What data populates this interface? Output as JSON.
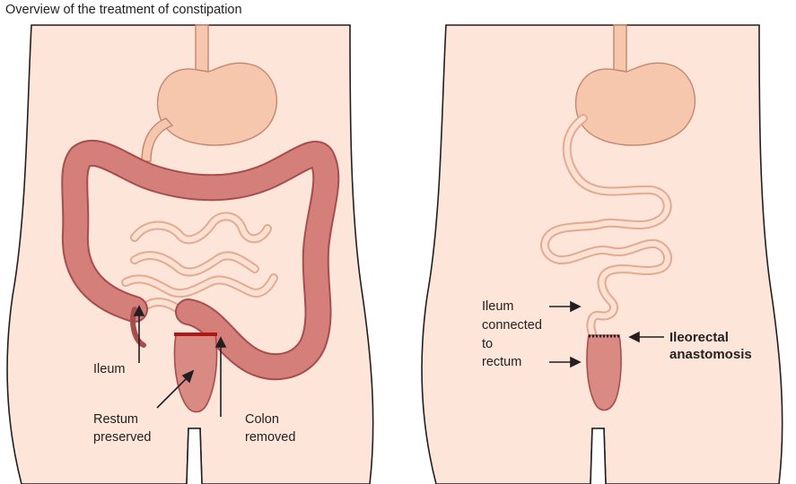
{
  "title": "Overview of the treatment of constipation",
  "left_panel": {
    "labels": {
      "ileum": "Ileum",
      "rectum_1": "Restum",
      "rectum_2": "preserved",
      "colon_1": "Colon",
      "colon_2": "removed"
    }
  },
  "right_panel": {
    "labels": {
      "ileum_1": "Ileum",
      "ileum_2": "connected",
      "ileum_3": "to",
      "ileum_4": "rectum",
      "anastomosis_1": "Ileorectal",
      "anastomosis_2": "anastomosis"
    }
  },
  "colors": {
    "skin": "#fde6d9",
    "organ_pale": "#f6c7ad",
    "colon": "#d47f79",
    "colon_dark": "#a84d4d",
    "cut": "#b01818"
  }
}
